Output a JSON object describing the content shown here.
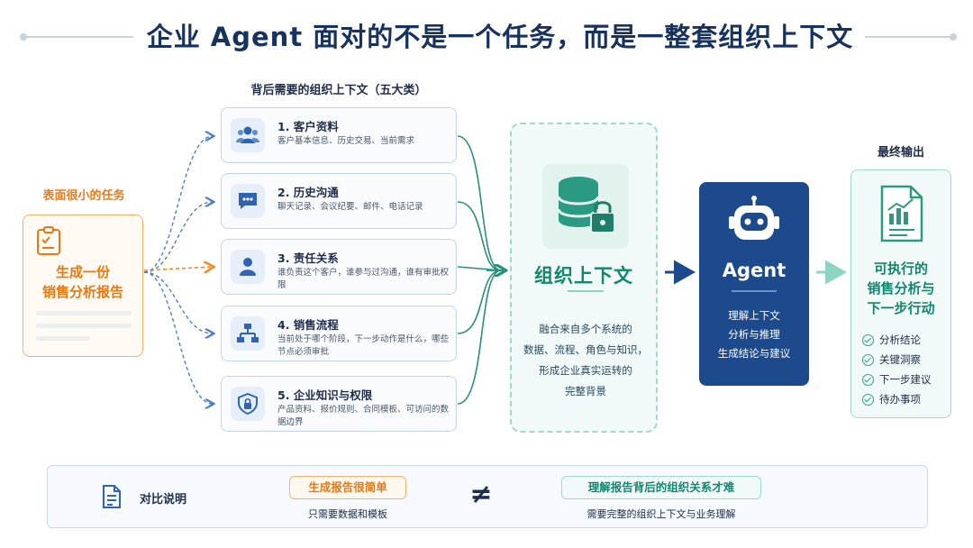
{
  "title": "企业 Agent 面对的不是一个任务，而是一整套组织上下文",
  "labels": {
    "context_header": "背后需要的组织上下文（五大类）",
    "task_header": "表面很小的任务",
    "final_header": "最终输出"
  },
  "task": {
    "line1": "生成一份",
    "line2": "销售分析报告"
  },
  "context_items": [
    {
      "title": "1. 客户资料",
      "desc": "客户基本信息、历史交易、当前需求",
      "icon": "users-icon"
    },
    {
      "title": "2. 历史沟通",
      "desc": "聊天记录、会议纪要、邮件、电话记录",
      "icon": "chat-icon"
    },
    {
      "title": "3. 责任关系",
      "desc": "谁负责这个客户，谁参与过沟通，谁有审批权限",
      "icon": "person-icon"
    },
    {
      "title": "4. 销售流程",
      "desc": "当前处于哪个阶段，下一步动作是什么，哪些节点必须审批",
      "icon": "flowchart-icon"
    },
    {
      "title": "5. 企业知识与权限",
      "desc": "产品资料、报价规则、合同模板、可访问的数据边界",
      "icon": "shield-lock-icon"
    }
  ],
  "org": {
    "title": "组织上下文",
    "desc_lines": [
      "融合来自多个系统的",
      "数据、流程、角色与知识，",
      "形成企业真实运转的",
      "完整背景"
    ]
  },
  "agent": {
    "title": "Agent",
    "desc_lines": [
      "理解上下文",
      "分析与推理",
      "生成结论与建议"
    ]
  },
  "output": {
    "title_lines": [
      "可执行的",
      "销售分析与",
      "下一步行动"
    ],
    "items": [
      "分析结论",
      "关键洞察",
      "下一步建议",
      "待办事项"
    ]
  },
  "comparison": {
    "label": "对比说明",
    "left_pill": "生成报告很简单",
    "left_sub": "只需要数据和模板",
    "symbol": "≠",
    "right_pill": "理解报告背后的组织关系才难",
    "right_sub": "需要完整的组织上下文与业务理解"
  },
  "colors": {
    "navy": "#17325e",
    "orange": "#e8780f",
    "teal": "#14866f",
    "agent_blue": "#1d4a8c",
    "flow_blue": "#4a7fc1"
  }
}
